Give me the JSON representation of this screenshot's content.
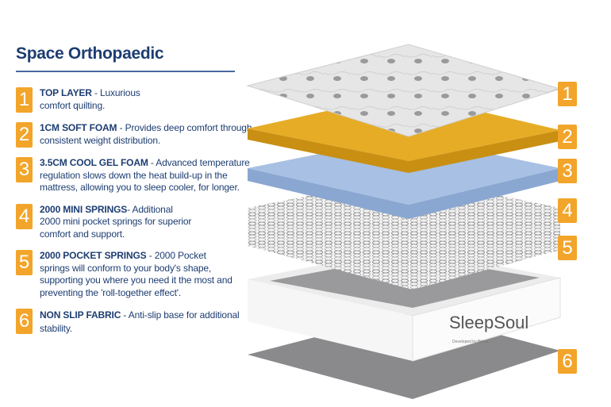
{
  "title": "Space Orthopaedic",
  "items": [
    {
      "num": "1",
      "heading": "TOP LAYER",
      "desc_first": " - Luxurious",
      "desc_rest": "comfort quilting."
    },
    {
      "num": "2",
      "heading": "1CM SOFT FOAM",
      "desc_first": " - Provides deep comfort through",
      "desc_rest": "consistent weight distribution."
    },
    {
      "num": "3",
      "heading": "3.5CM COOL GEL FOAM",
      "desc_first": "  -  Advanced temperature",
      "desc_rest": "regulation slows down the heat build-up in the mattress, allowing you to sleep cooler, for longer."
    },
    {
      "num": "4",
      "heading": "2000 MINI SPRINGS",
      "desc_first": "- Additional",
      "desc_rest": "2000 mini pocket springs for superior comfort and support."
    },
    {
      "num": "5",
      "heading": "2000 POCKET SPRINGS",
      "desc_first": " -  2000 Pocket",
      "desc_rest": "springs will conform to your body's shape, supporting you where you need it the most and preventing the 'roll-together effect'."
    },
    {
      "num": "6",
      "heading": "NON SLIP FABRIC",
      "desc_first": " - Anti-slip base for additional",
      "desc_rest": "stability."
    }
  ],
  "brand": {
    "logo": "SleepSoul",
    "tagline": "Developed by Birlea"
  },
  "colors": {
    "accent": "#f2a52a",
    "text": "#1d3d72",
    "foam": "#e3a923",
    "gel": "#9db8dd",
    "base": "#8a8a8c"
  }
}
